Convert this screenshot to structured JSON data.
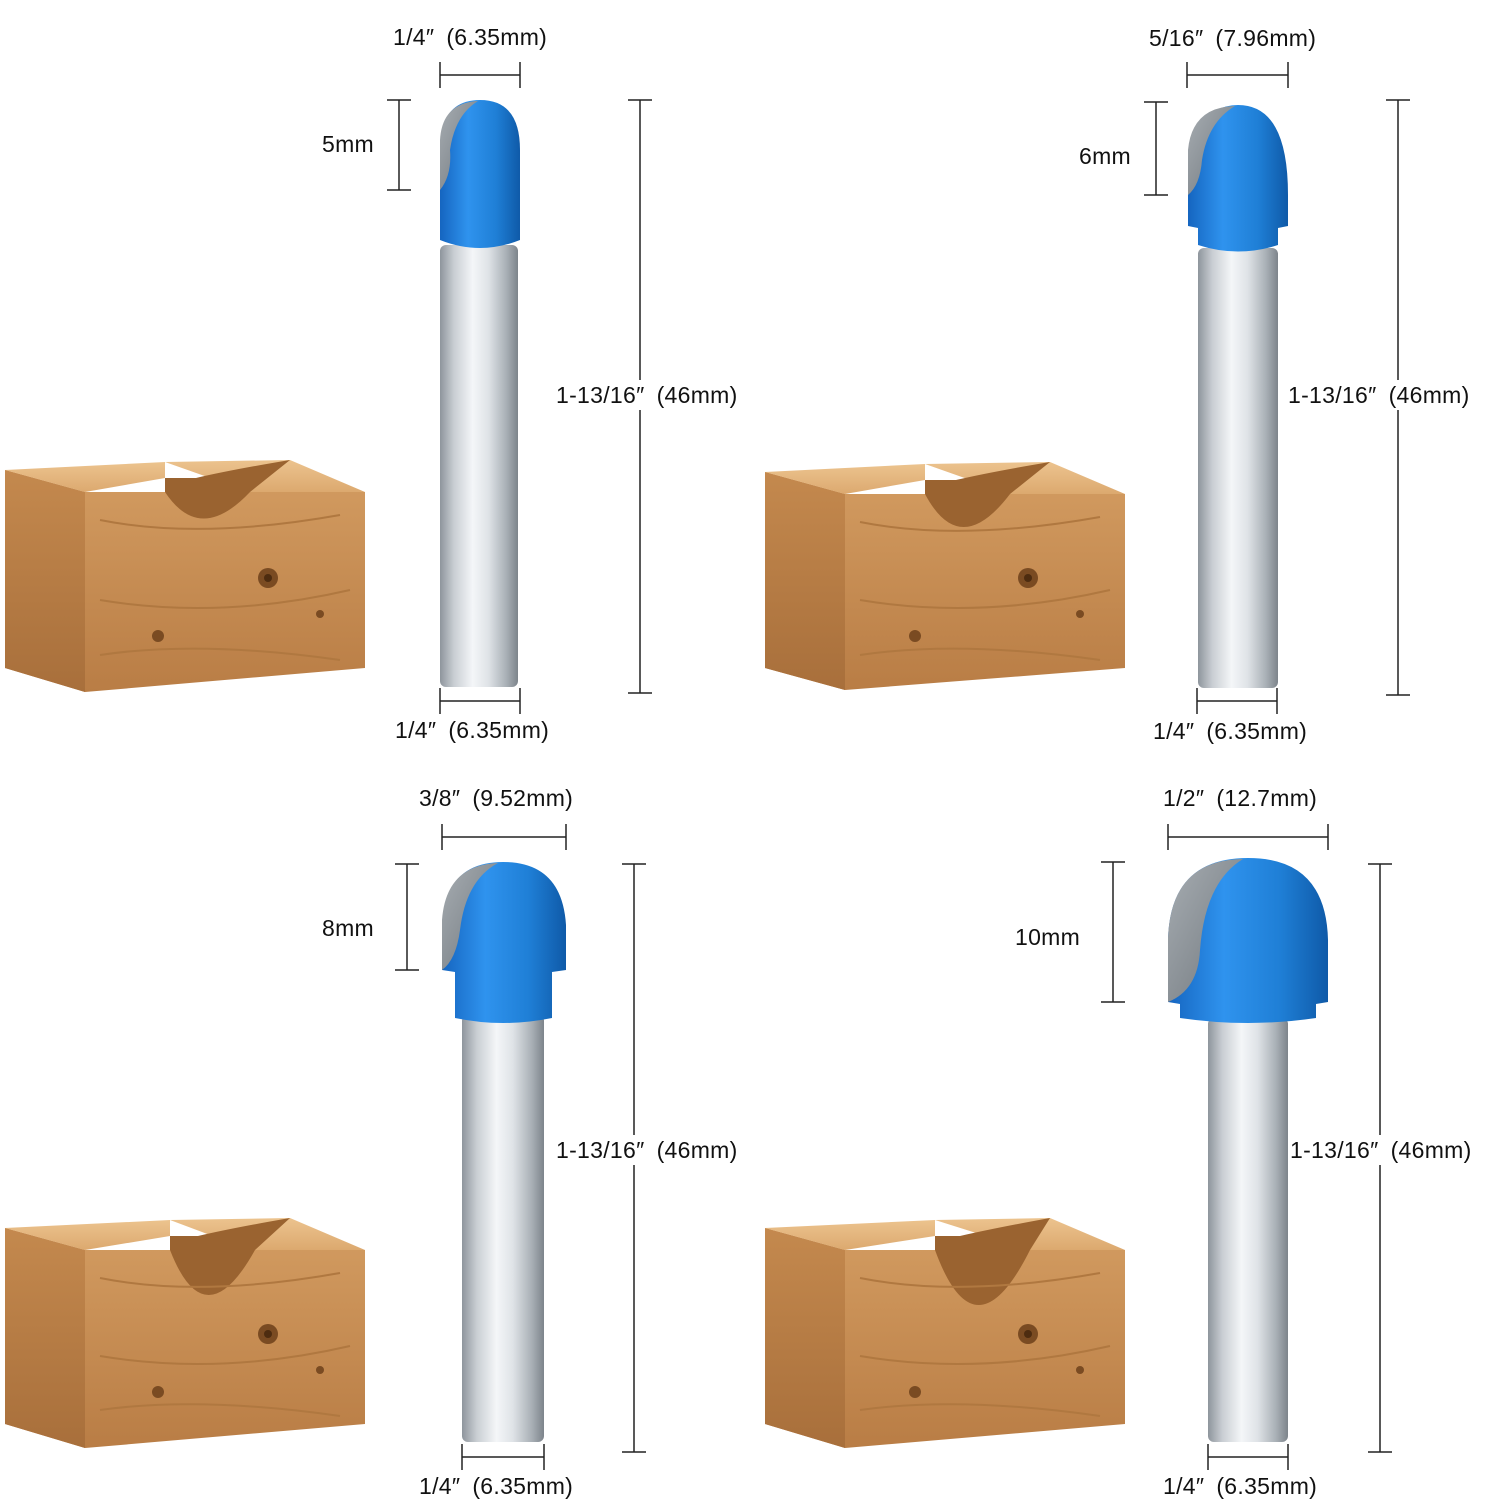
{
  "panels": [
    {
      "id": "bit-1",
      "cut_diameter": {
        "inch": "1/4″",
        "mm": "(6.35mm)"
      },
      "radius": "5mm",
      "overall_length": {
        "inch": "1-13/16″",
        "mm": "(46mm)"
      },
      "shank_diameter": {
        "inch": "1/4″",
        "mm": "(6.35mm)"
      }
    },
    {
      "id": "bit-2",
      "cut_diameter": {
        "inch": "5/16″",
        "mm": "(7.96mm)"
      },
      "radius": "6mm",
      "overall_length": {
        "inch": "1-13/16″",
        "mm": "(46mm)"
      },
      "shank_diameter": {
        "inch": "1/4″",
        "mm": "(6.35mm)"
      }
    },
    {
      "id": "bit-3",
      "cut_diameter": {
        "inch": "3/8″",
        "mm": "(9.52mm)"
      },
      "radius": "8mm",
      "overall_length": {
        "inch": "1-13/16″",
        "mm": "(46mm)"
      },
      "shank_diameter": {
        "inch": "1/4″",
        "mm": "(6.35mm)"
      }
    },
    {
      "id": "bit-4",
      "cut_diameter": {
        "inch": "1/2″",
        "mm": "(12.7mm)"
      },
      "radius": "10mm",
      "overall_length": {
        "inch": "1-13/16″",
        "mm": "(46mm)"
      },
      "shank_diameter": {
        "inch": "1/4″",
        "mm": "(6.35mm)"
      }
    }
  ],
  "colors": {
    "cutter_blue": "#1e7fd8",
    "carbide_gray": "#8f959b",
    "shank_steel": "#d9dde1",
    "wood_face": "#c98f55",
    "wood_top": "#e2b47d"
  }
}
